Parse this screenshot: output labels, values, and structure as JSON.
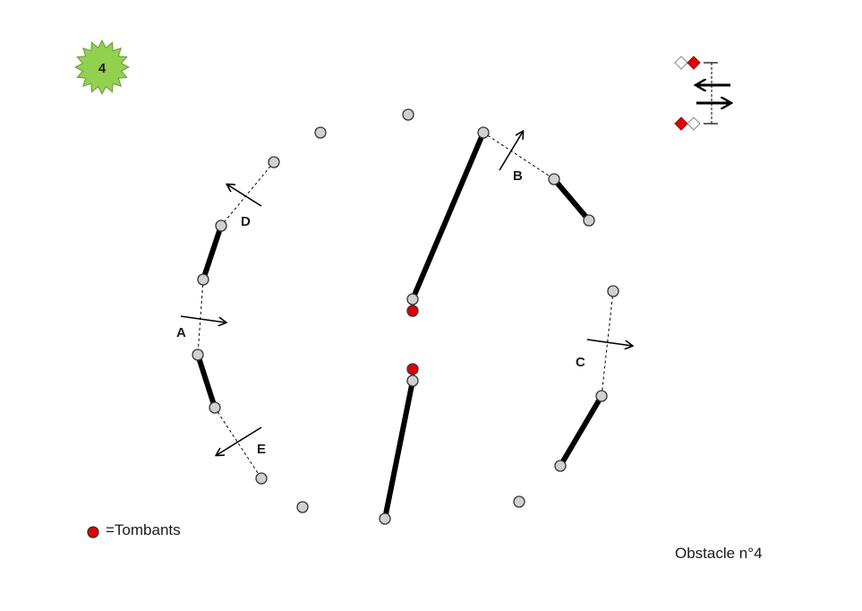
{
  "badge": {
    "number": "4",
    "color": "#92d050"
  },
  "legend": {
    "dot_color": "#e00000",
    "text": "=Tombants"
  },
  "caption": "Obstacle n°4",
  "gate_labels": {
    "a": "A",
    "b": "B",
    "c": "C",
    "d": "D",
    "e": "E"
  },
  "colors": {
    "post_fill": "#d0d0d0",
    "falling_post_fill": "#e00000",
    "rail": "#000000",
    "flag_red": "#e00000",
    "flag_white": "#ffffff"
  }
}
